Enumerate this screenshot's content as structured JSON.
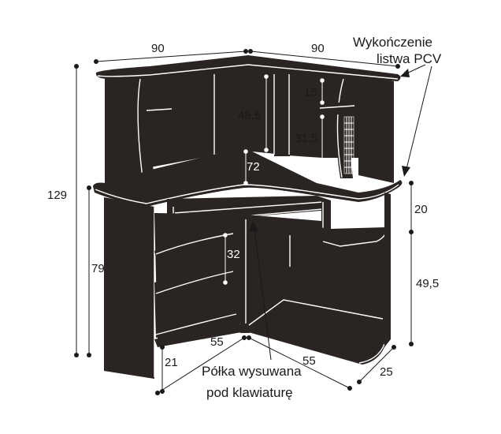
{
  "dimensions": {
    "top_left_width": "90",
    "top_right_width": "90",
    "total_height": "129",
    "desk_height": "79",
    "upper_height": "48,5",
    "shelf_gap": "15",
    "shelf_height": "31,5",
    "corner_depth": "72",
    "keyboard_gap": "32",
    "right_upper": "20",
    "right_lower": "49,5",
    "plinth": "21",
    "base_left": "55",
    "base_right": "55",
    "side_depth": "25"
  },
  "notes": {
    "pvc_line1": "Wykończenie",
    "pvc_line2": "listwa PCV",
    "shelf_line1": "Półka wysuwana",
    "shelf_line2": "pod klawiaturę"
  },
  "colors": {
    "furniture": "#2a2422",
    "edge": "#ffffff",
    "lines": "#1a1a1a"
  }
}
